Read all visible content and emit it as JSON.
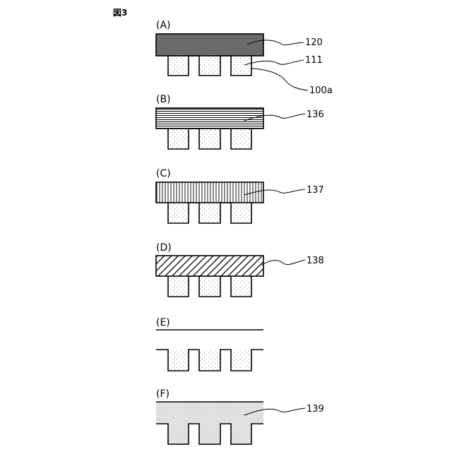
{
  "figure": {
    "title": "図3",
    "panels": [
      {
        "label": "(A)",
        "layer_ref": "120",
        "fin_ref": "111",
        "base_ref": "100a",
        "layer_fill": "dark-gray"
      },
      {
        "label": "(B)",
        "layer_ref": "136",
        "layer_fill": "horizontal-lines"
      },
      {
        "label": "(C)",
        "layer_ref": "137",
        "layer_fill": "vertical-lines"
      },
      {
        "label": "(D)",
        "layer_ref": "138",
        "layer_fill": "diagonal-lines"
      },
      {
        "label": "(E)",
        "layer_fill": "none"
      },
      {
        "label": "(F)",
        "layer_ref": "139",
        "layer_fill": "dense-dots"
      }
    ]
  },
  "colors": {
    "line": "#000000",
    "dark_fill": "#6b6b6b",
    "light_dot": "#9a9a9a",
    "dense_dot": "#8a8a8a",
    "background": "#ffffff"
  }
}
